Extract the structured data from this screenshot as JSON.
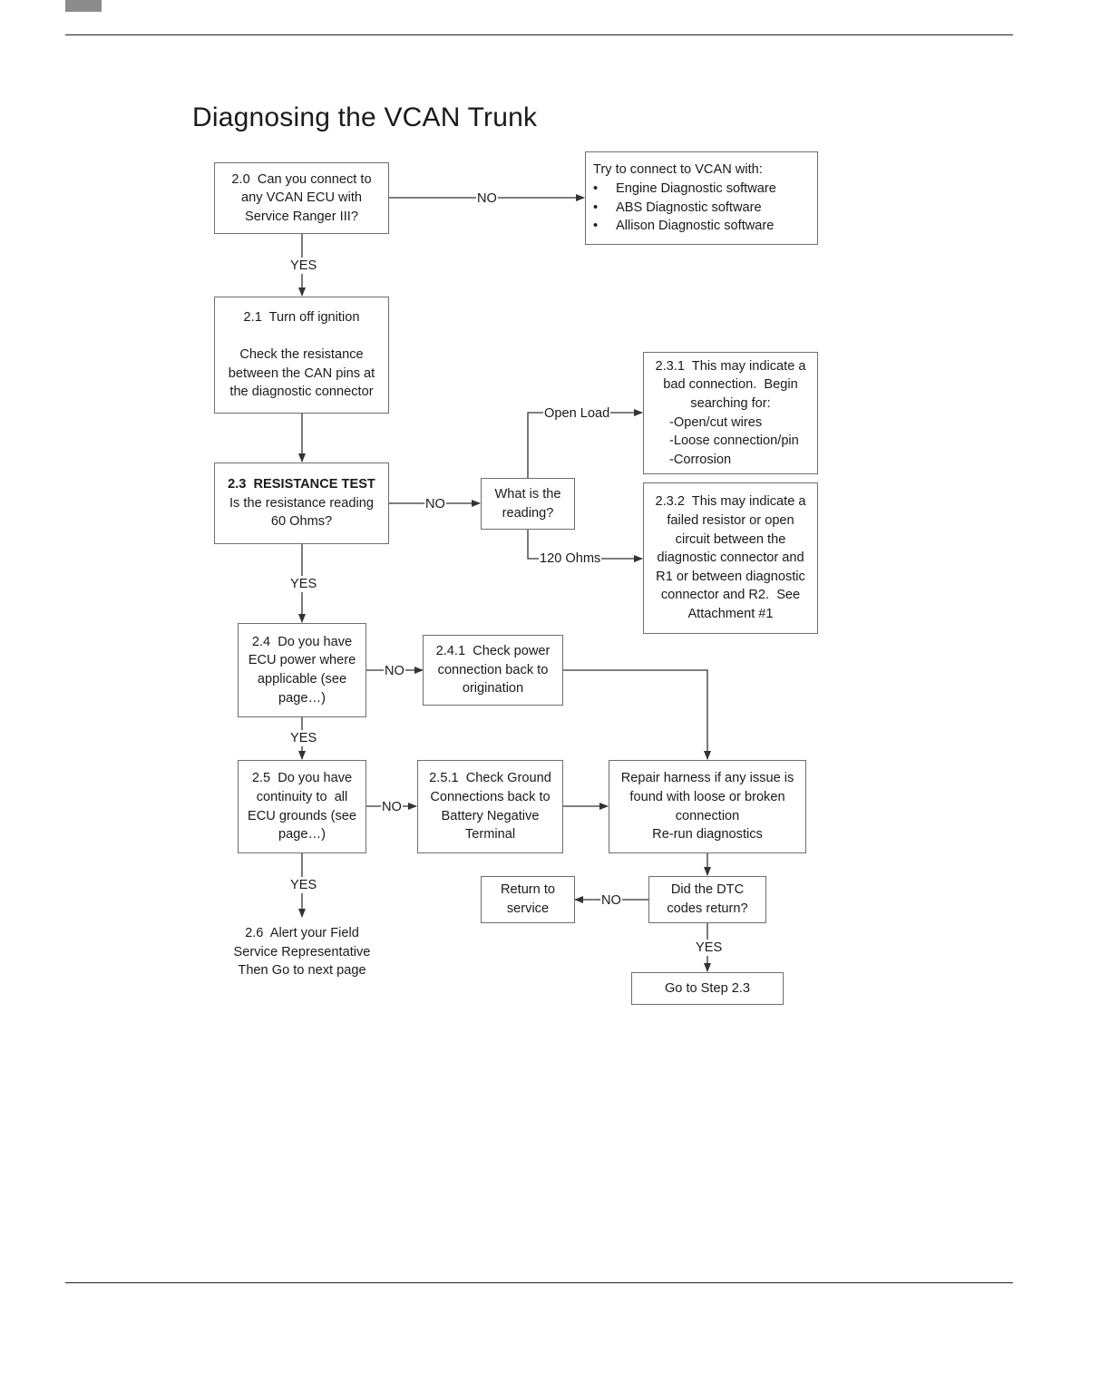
{
  "page": {
    "title": "Diagnosing the VCAN Trunk"
  },
  "nodes": {
    "n20": {
      "lines": [
        "2.0  Can you connect to",
        "any VCAN ECU with",
        "Service Ranger III?"
      ]
    },
    "try_connect": {
      "heading": "Try to connect to VCAN with:",
      "items": [
        "Engine Diagnostic software",
        "ABS Diagnostic software",
        "Allison Diagnostic software"
      ]
    },
    "n21": {
      "lines": [
        "2.1  Turn off ignition",
        "",
        "Check the resistance",
        "between the CAN pins at",
        "the diagnostic connector"
      ]
    },
    "n231": {
      "lines": [
        "2.3.1  This may indicate a",
        "bad connection.  Begin",
        "searching for:"
      ],
      "items": [
        "-Open/cut wires",
        "-Loose connection/pin",
        "-Corrosion"
      ]
    },
    "n23": {
      "bold_line": "2.3  RESISTANCE TEST",
      "lines": [
        "Is the resistance reading",
        "60 Ohms?"
      ]
    },
    "reading": {
      "lines": [
        "What is the",
        "reading?"
      ]
    },
    "n232": {
      "lines": [
        "2.3.2  This may indicate a",
        "failed resistor or open",
        "circuit between the",
        "diagnostic connector and",
        "R1 or between diagnostic",
        "connector and R2.  See",
        "Attachment #1"
      ]
    },
    "n24": {
      "lines": [
        "2.4  Do you have",
        "ECU power where",
        "applicable (see",
        "page…)"
      ]
    },
    "n241": {
      "lines": [
        "2.4.1  Check power",
        "connection back to",
        "origination"
      ]
    },
    "n25": {
      "lines": [
        "2.5  Do you have",
        "continuity to  all",
        "ECU grounds (see",
        "page…)"
      ]
    },
    "n251": {
      "lines": [
        "2.5.1  Check Ground",
        "Connections back to",
        "Battery Negative",
        "Terminal"
      ]
    },
    "repair": {
      "lines": [
        "Repair harness if any issue is",
        "found with loose or broken",
        "connection",
        "Re-run diagnostics"
      ]
    },
    "return_service": {
      "lines": [
        "Return to",
        "service"
      ]
    },
    "dtc": {
      "lines": [
        "Did the DTC",
        "codes return?"
      ]
    },
    "n26": {
      "lines": [
        "2.6  Alert your Field",
        "Service Representative",
        "Then Go to next page"
      ]
    },
    "goto23": {
      "lines": [
        "Go to Step 2.3"
      ]
    }
  },
  "edge_labels": {
    "no_20": "NO",
    "yes_20": "YES",
    "open_load": "Open Load",
    "no_23": "NO",
    "ohms_120": "120 Ohms",
    "yes_23": "YES",
    "no_24": "NO",
    "yes_24": "YES",
    "no_25": "NO",
    "yes_25": "YES",
    "no_dtc": "NO",
    "yes_dtc": "YES"
  }
}
